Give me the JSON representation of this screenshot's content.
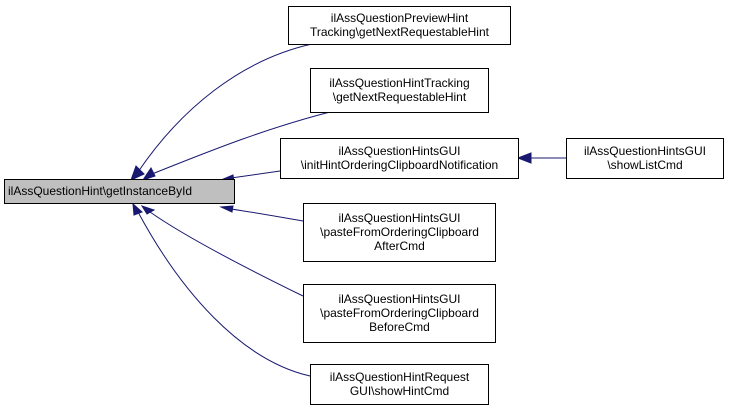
{
  "diagram": {
    "nodes": [
      {
        "id": "root",
        "lines": [
          "ilAssQuestionHint\\getInstanceById"
        ],
        "highlight": true
      },
      {
        "id": "n1",
        "lines": [
          "ilAssQuestionPreviewHint",
          "Tracking\\getNextRequestableHint"
        ]
      },
      {
        "id": "n2",
        "lines": [
          "ilAssQuestionHintTracking",
          "\\getNextRequestableHint"
        ]
      },
      {
        "id": "n3",
        "lines": [
          "ilAssQuestionHintsGUI",
          "\\initHintOrderingClipboardNotification"
        ]
      },
      {
        "id": "n4",
        "lines": [
          "ilAssQuestionHintsGUI",
          "\\pasteFromOrderingClipboard",
          "AfterCmd"
        ]
      },
      {
        "id": "n5",
        "lines": [
          "ilAssQuestionHintsGUI",
          "\\pasteFromOrderingClipboard",
          "BeforeCmd"
        ]
      },
      {
        "id": "n6",
        "lines": [
          "ilAssQuestionHintRequest",
          "GUI\\showHintCmd"
        ]
      },
      {
        "id": "n7",
        "lines": [
          "ilAssQuestionHintsGUI",
          "\\showListCmd"
        ]
      }
    ],
    "edges": [
      {
        "from": "n1",
        "to": "root"
      },
      {
        "from": "n2",
        "to": "root"
      },
      {
        "from": "n3",
        "to": "root"
      },
      {
        "from": "n4",
        "to": "root"
      },
      {
        "from": "n5",
        "to": "root"
      },
      {
        "from": "n6",
        "to": "root"
      },
      {
        "from": "n7",
        "to": "n3"
      }
    ]
  }
}
